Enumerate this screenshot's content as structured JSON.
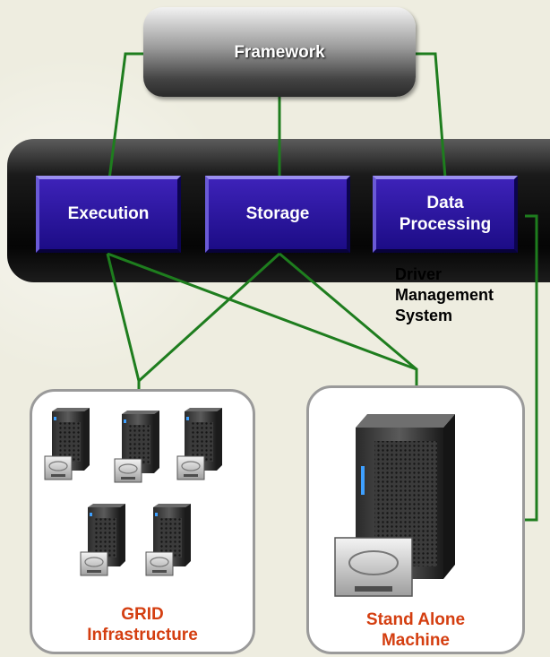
{
  "framework": {
    "label": "Framework"
  },
  "modules": [
    {
      "label": "Execution"
    },
    {
      "label": "Storage"
    },
    {
      "label": "Data\nProcessing"
    }
  ],
  "dms": {
    "label": "Driver\nManagement\nSystem"
  },
  "grid": {
    "label": "GRID\nInfrastructure",
    "server_count": 5
  },
  "standalone": {
    "label": "Stand Alone\nMachine"
  },
  "colors": {
    "connector": "#1e7d1e",
    "module": "#2a18a0",
    "label_accent": "#d43e10"
  }
}
